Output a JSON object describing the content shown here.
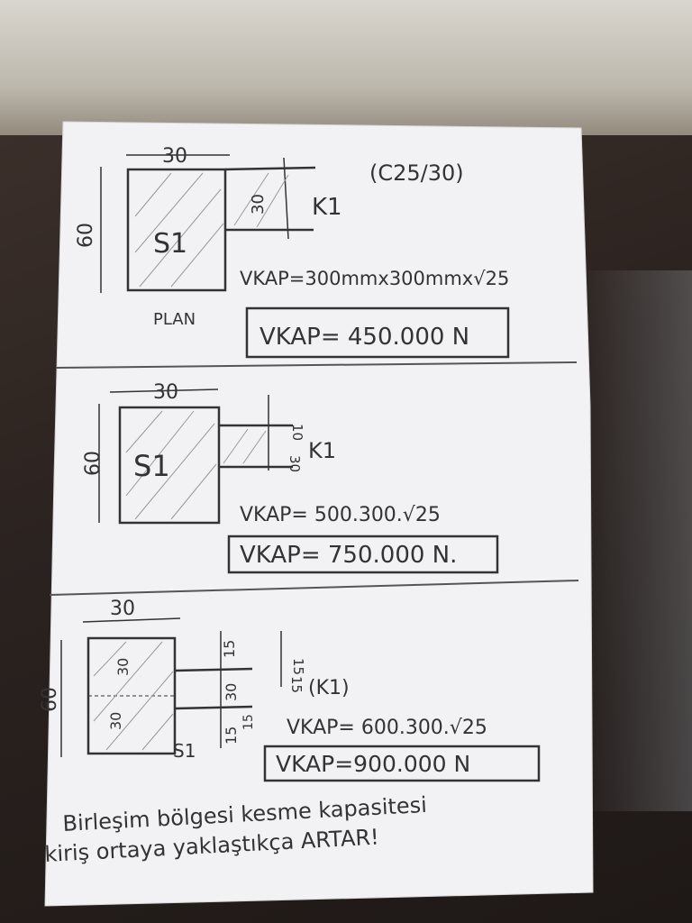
{
  "top": {
    "grade": "(C25/30)",
    "dim_30": "30",
    "dim_60": "60",
    "beam_dim": "30",
    "column_label": "S1",
    "beam_label": "K1",
    "plan": "PLAN",
    "formula": "VKAP=300mmx300mmx√25",
    "result": "VKAP= 450.000 N"
  },
  "middle": {
    "dim_30": "30",
    "dim_60": "60",
    "dim_10": "10",
    "beam_dim": "30",
    "column_label": "S1",
    "beam_label": "K1",
    "formula": "VKAP= 500.300.√25",
    "result": "VKAP= 750.000 N."
  },
  "bottom": {
    "dim_30": "30",
    "dim_60": "60",
    "dim_30_inner_top": "30",
    "dim_30_inner_bottom": "30",
    "dim_15_a": "15",
    "dim_30_side": "30",
    "dim_15_b": "15",
    "dim_15_c": "15",
    "dim_15_d": "15",
    "dim_15_e": "15",
    "column_label": "S1",
    "beam_label": "(K1)",
    "formula": "VKAP= 600.300.√25",
    "result": "VKAP=900.000 N"
  },
  "conclusion": {
    "line1": "Birleşim bölgesi kesme kapasitesi",
    "line2": "kiriş ortaya yaklaştıkça ARTAR!"
  }
}
